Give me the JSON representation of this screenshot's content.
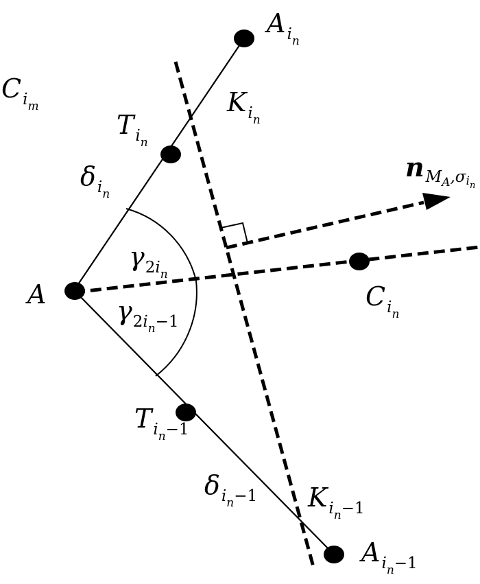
{
  "labels": {
    "a_in": {
      "base": "A",
      "sub": "i",
      "subsub": "n"
    },
    "c_im": {
      "base": "C",
      "sub": "i",
      "subsub": "m"
    },
    "k_in": {
      "base": "K",
      "sub": "i",
      "subsub": "n"
    },
    "t_in": {
      "base": "T",
      "sub": "i",
      "subsub": "n"
    },
    "n_vec": {
      "base": "n",
      "sub": "M",
      "subsub": "A",
      "sub_tail": ",σ",
      "sub_tail_i": "i",
      "sub_tail_n": "n"
    },
    "delta_in": {
      "base": "δ",
      "sub": "i",
      "subsub": "n"
    },
    "gamma_2in": {
      "base": "γ",
      "sub": "2",
      "sub_i": "i",
      "subsub": "n"
    },
    "a": {
      "base": "A"
    },
    "c_in": {
      "base": "C",
      "sub": "i",
      "subsub": "n"
    },
    "gamma_2in1": {
      "base": "γ",
      "sub": "2",
      "sub_i": "i",
      "subsub": "n",
      "sub_tail": "−1"
    },
    "t_in1": {
      "base": "T",
      "sub": "i",
      "subsub": "n",
      "sub_tail": "−1"
    },
    "delta_in1": {
      "base": "δ",
      "sub": "i",
      "subsub": "n",
      "sub_tail": "−1"
    },
    "k_in1": {
      "base": "K",
      "sub": "i",
      "subsub": "n",
      "sub_tail": "−1"
    },
    "a_in1": {
      "base": "A",
      "sub": "i",
      "subsub": "n",
      "sub_tail": "−1"
    }
  }
}
